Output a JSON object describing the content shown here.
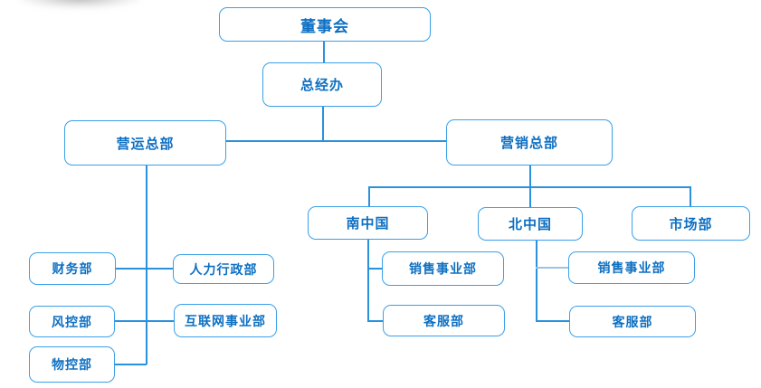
{
  "nodes": {
    "board": {
      "label": "董事会"
    },
    "gmOffice": {
      "label": "总经办"
    },
    "opsHq": {
      "label": "营运总部"
    },
    "mktHq": {
      "label": "营销总部"
    },
    "finance": {
      "label": "财务部"
    },
    "hrAdmin": {
      "label": "人力行政部"
    },
    "risk": {
      "label": "风控部"
    },
    "internet": {
      "label": "互联网事业部"
    },
    "material": {
      "label": "物控部"
    },
    "southChina": {
      "label": "南中国"
    },
    "northChina": {
      "label": "北中国"
    },
    "marketDept": {
      "label": "市场部"
    },
    "southSales": {
      "label": "销售事业部"
    },
    "southService": {
      "label": "客服部"
    },
    "northSales": {
      "label": "销售事业部"
    },
    "northService": {
      "label": "客服部"
    }
  },
  "edges": [
    {
      "from": "board",
      "to": "gmOffice"
    },
    {
      "from": "gmOffice",
      "to": "opsHq"
    },
    {
      "from": "gmOffice",
      "to": "mktHq"
    },
    {
      "from": "opsHq",
      "to": "finance"
    },
    {
      "from": "opsHq",
      "to": "hrAdmin"
    },
    {
      "from": "opsHq",
      "to": "risk"
    },
    {
      "from": "opsHq",
      "to": "internet"
    },
    {
      "from": "opsHq",
      "to": "material"
    },
    {
      "from": "mktHq",
      "to": "southChina"
    },
    {
      "from": "mktHq",
      "to": "northChina"
    },
    {
      "from": "mktHq",
      "to": "marketDept"
    },
    {
      "from": "southChina",
      "to": "southSales"
    },
    {
      "from": "southChina",
      "to": "southService"
    },
    {
      "from": "northChina",
      "to": "northSales"
    },
    {
      "from": "northChina",
      "to": "northService"
    }
  ],
  "colors": {
    "node_border": "#3aa0e8",
    "node_text": "#0d6fc2",
    "connector": "#2a91dd",
    "connector_light": "#9fc2e2",
    "background": "#ffffff"
  }
}
